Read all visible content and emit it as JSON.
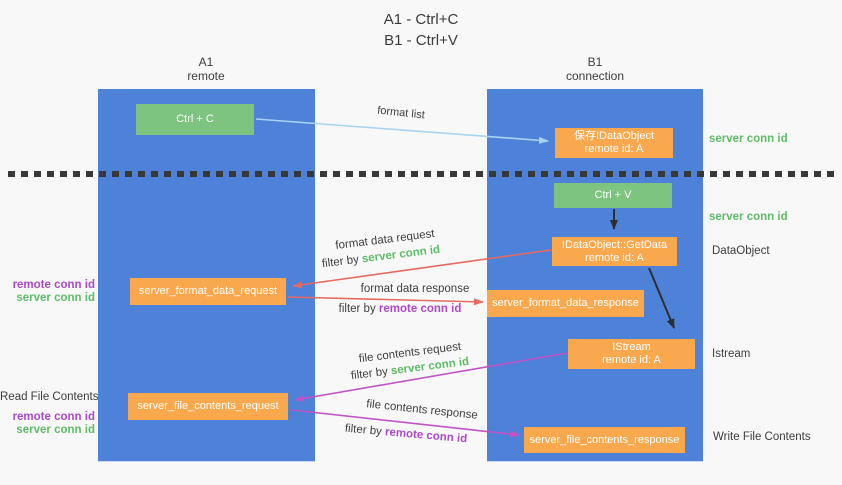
{
  "title": {
    "line1": "A1 - Ctrl+C",
    "line2": "B1 - Ctrl+V"
  },
  "columns": {
    "a": {
      "id": "A1",
      "subtitle": "remote"
    },
    "b": {
      "id": "B1",
      "subtitle": "connection"
    }
  },
  "nodes": {
    "ctrl_c": "Ctrl + C",
    "ctrl_v": "Ctrl + V",
    "save_idataobject": {
      "line1": "保存IDataObject",
      "line2": "remote id: A"
    },
    "getdata": {
      "line1": "IDataObject::GetData",
      "line2": "remote id: A"
    },
    "istream": {
      "line1": "IStream",
      "line2": "remote id: A"
    },
    "format_request": "server_format_data_request",
    "format_response": "server_format_data_response",
    "file_request": "server_file_contents_request",
    "file_response": "server_file_contents_response"
  },
  "flow_labels": {
    "format_list": "format list",
    "format_data_request": "format data request",
    "format_data_response": "format data response",
    "file_contents_request": "file contents request",
    "file_contents_response": "file contents response",
    "filter_by": "filter by",
    "server_conn_id": "server conn id",
    "remote_conn_id": "remote conn id"
  },
  "side_labels": {
    "server_conn_id_top": "server conn id",
    "server_conn_id_mid": "server conn id",
    "dataobject": "DataObject",
    "istream": "Istream",
    "write_file_contents": "Write File Contents",
    "read_file_contents": "Read File Contents",
    "remote_conn_id_1": "remote conn id",
    "server_conn_id_1": "server conn id",
    "remote_conn_id_2": "remote conn id",
    "server_conn_id_2": "server conn id"
  },
  "colors": {
    "background": "#f8f8f8",
    "lane_blue": "#4d82d8",
    "node_green": "#7cc47f",
    "node_orange": "#faa84d",
    "label_green": "#5fbc66",
    "label_purple": "#ab4ac4",
    "arrow_blue": "#a9d3f2",
    "arrow_red": "#e56a5f",
    "arrow_magenta": "#c153c5",
    "arrow_black": "#2e2e2e",
    "text_dark": "#3d3d3d"
  }
}
